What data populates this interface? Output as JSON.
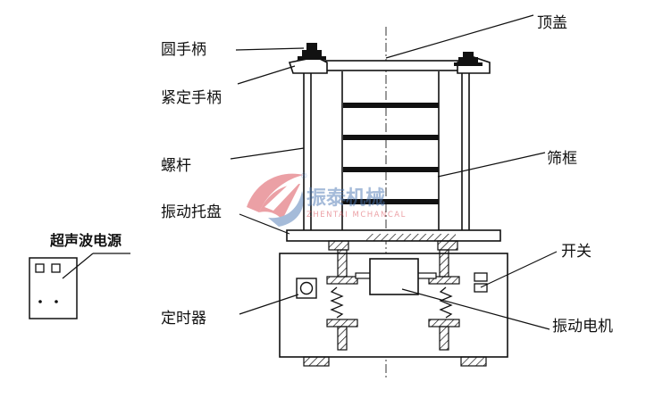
{
  "labels": {
    "top_cover": "顶盖",
    "round_handle": "圆手柄",
    "tightening_handle": "紧定手柄",
    "screw_rod": "螺杆",
    "sieve_frame": "筛框",
    "vibration_tray": "振动托盘",
    "ultrasonic_power": "超声波电源",
    "switch": "开关",
    "timer": "定时器",
    "vibration_motor": "振动电机"
  },
  "watermark": {
    "brand_cn": "振泰机械",
    "brand_en": "ZHENTAI MCHANCAL",
    "mark": "®"
  },
  "colors": {
    "line": "#111111",
    "watermark_red": "#d9434d",
    "watermark_blue": "#4d79b5"
  }
}
